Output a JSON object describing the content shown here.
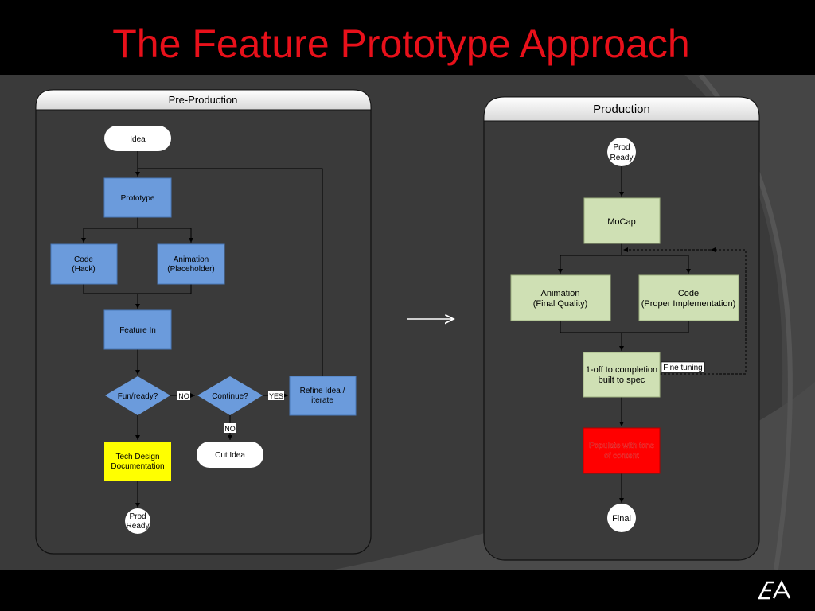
{
  "title": "The Feature Prototype Approach",
  "pre_production": {
    "header": "Pre-Production",
    "idea": "Idea",
    "prototype": "Prototype",
    "code": [
      "Code",
      "(Hack)"
    ],
    "animation": [
      "Animation",
      "(Placeholder)"
    ],
    "feature_in": "Feature In",
    "fun_ready": "Fun/ready?",
    "no1": "NO",
    "continue": "Continue?",
    "yes": "YES",
    "refine": [
      "Refine Idea /",
      "iterate"
    ],
    "no2": "NO",
    "cut_idea": "Cut Idea",
    "tech_design": [
      "Tech Design",
      "Documentation"
    ],
    "prod_ready": [
      "Prod",
      "Ready"
    ]
  },
  "production": {
    "header": "Production",
    "prod_ready": [
      "Prod",
      "Ready"
    ],
    "mocap": "MoCap",
    "animation": [
      "Animation",
      "(Final Quality)"
    ],
    "code": [
      "Code",
      "(Proper Implementation)"
    ],
    "one_off": [
      "1-off to completion",
      "built to spec"
    ],
    "fine_tuning": "Fine tuning",
    "populate": [
      "Populate with tons",
      "of content"
    ],
    "final": "Final"
  },
  "logo": "EA",
  "colors": {
    "title": "#e8101a",
    "blue_box": "#6b9bdc",
    "green_box": "#cfe0b4",
    "yellow_box": "#ffff00",
    "red_box": "#ff0000"
  }
}
